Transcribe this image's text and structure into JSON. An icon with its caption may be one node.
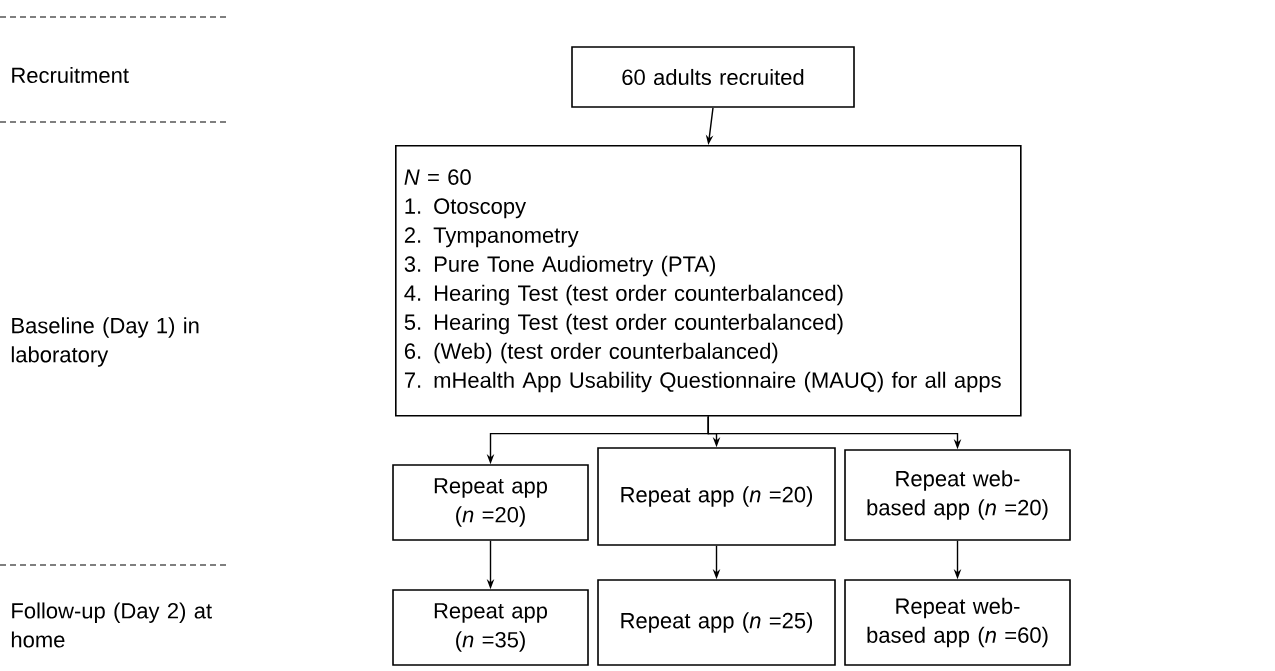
{
  "diagram": {
    "nodes": [
      {
        "text": [
          "60 adults recruited"
        ]
      },
      {
        "text": [
          "*N* = 60",
          "1. Otoscopy",
          "2. Tympanometry",
          "3. Pure Tone Audiometry (PTA)",
          "4. Hearing Test (test order counterbalanced)",
          "5. Hearing Test (test order counterbalanced)",
          "6. (Web) (test order counterbalanced)",
          "7. mHealth App Usability Questionnaire (MAUQ) for all apps"
        ]
      },
      {
        "text": [
          "Repeat app (*n* =20)"
        ]
      },
      {
        "text": [
          "Repeat app (*n* =20)"
        ]
      },
      {
        "text": [
          "Repeat web-based app (*n* =20)"
        ]
      },
      {
        "text": [
          "Repeat app (*n* =35)"
        ]
      },
      {
        "text": [
          "Repeat app (*n* =25)"
        ]
      },
      {
        "text": [
          "Repeat web-based app (*n* =60)"
        ]
      }
    ],
    "edges": [
      {
        "from": 0,
        "to": 1,
        "arrow": "to"
      },
      {
        "from": 1,
        "to": 2,
        "arrow": "to"
      },
      {
        "from": 1,
        "to": 3,
        "arrow": "to"
      },
      {
        "from": 1,
        "to": 4,
        "arrow": "to"
      },
      {
        "from": 2,
        "to": 5,
        "arrow": "to"
      },
      {
        "from": 3,
        "to": 6,
        "arrow": "to"
      },
      {
        "from": 4,
        "to": 7,
        "arrow": "to"
      }
    ],
    "labels": [
      "Recruitment",
      "Baseline (Day 1) in laboratory",
      "Follow-up (Day 2) at home"
    ]
  }
}
